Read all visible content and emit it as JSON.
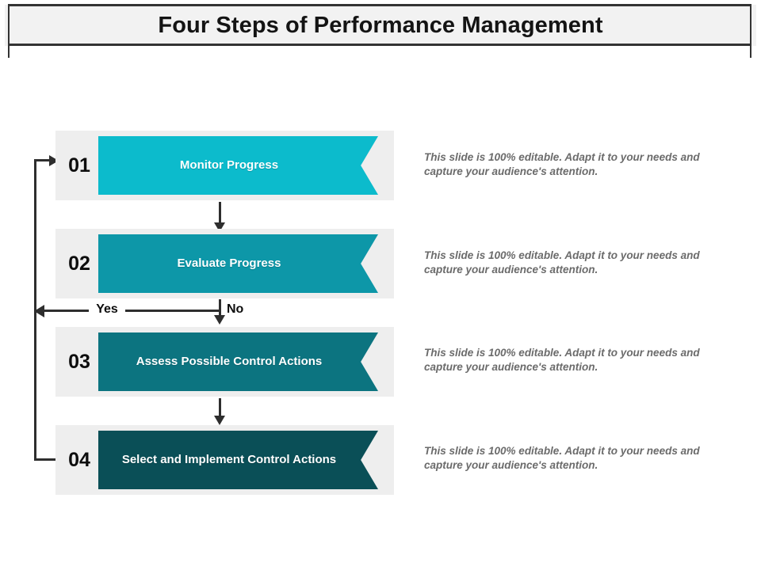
{
  "slide": {
    "title": "Four Steps of Performance Management",
    "background": "#ffffff",
    "panel_color": "#eeeeee"
  },
  "steps": [
    {
      "number": "01",
      "label": "Monitor Progress",
      "color": "#0cbbcc",
      "body": "This slide is 100% editable. Adapt it to your needs and capture your audience's attention."
    },
    {
      "number": "02",
      "label": "Evaluate Progress",
      "color": "#0d97a8",
      "body": "This slide is 100% editable. Adapt it to your needs and capture your audience's attention."
    },
    {
      "number": "03",
      "label": "Assess Possible Control Actions",
      "color": "#0c7480",
      "body": "This slide is 100% editable. Adapt it to your needs and capture your audience's attention."
    },
    {
      "number": "04",
      "label": "Select and Implement Control Actions",
      "color": "#0a4f57",
      "body": "This slide is 100% editable. Adapt it to your needs and capture your audience's attention."
    }
  ],
  "decision": {
    "yes_label": "Yes",
    "no_label": "No"
  },
  "chart_data": {
    "type": "diagram",
    "title": "Four Steps of Performance Management",
    "shape": "vertical-chevron-flow-with-feedback-loop",
    "node_count": 4,
    "nodes": [
      {
        "index": "01",
        "label": "Monitor Progress",
        "color": "#0cbbcc"
      },
      {
        "index": "02",
        "label": "Evaluate Progress",
        "color": "#0d97a8"
      },
      {
        "index": "03",
        "label": "Assess Possible Control Actions",
        "color": "#0c7480"
      },
      {
        "index": "04",
        "label": "Select and Implement Control Actions",
        "color": "#0a4f57"
      }
    ],
    "edges": [
      {
        "from": "01",
        "to": "02",
        "label": "",
        "direction": "down"
      },
      {
        "from": "02",
        "to": "03",
        "label": "No",
        "direction": "down"
      },
      {
        "from": "02",
        "to": "01",
        "label": "Yes",
        "direction": "loop-left-up"
      },
      {
        "from": "03",
        "to": "04",
        "label": "",
        "direction": "down"
      },
      {
        "from": "04",
        "to": "01",
        "label": "",
        "direction": "loop-left-up"
      }
    ]
  }
}
